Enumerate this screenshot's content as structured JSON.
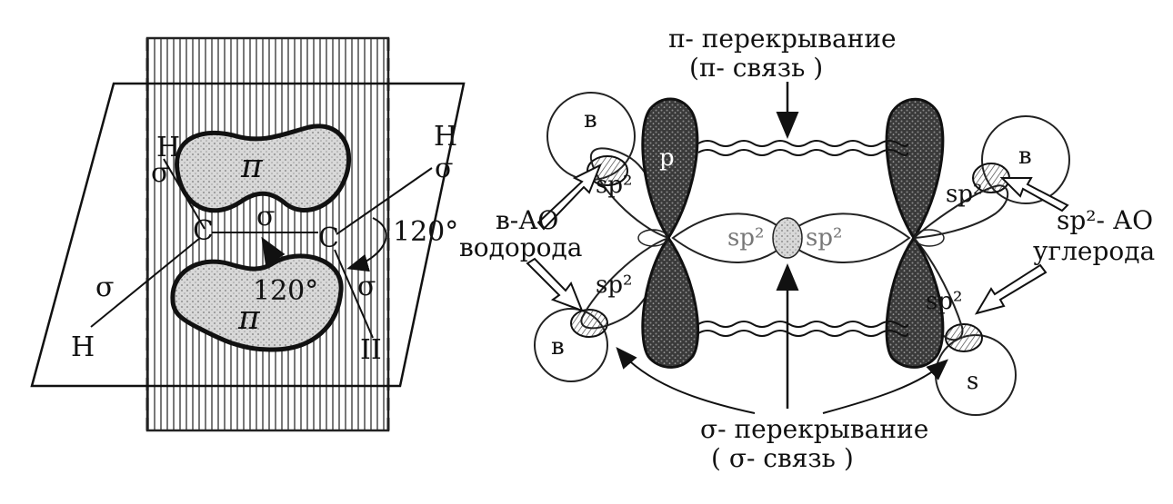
{
  "left_diagram": {
    "atoms": {
      "h_top_left": "H",
      "h_top_right": "H",
      "h_bottom_left": "H",
      "h_bottom_right": "II",
      "c_left": "C",
      "c_right": "C"
    },
    "bond_symbols": {
      "sigma_top_left": "σ",
      "sigma_top_right": "σ",
      "sigma_center": "σ",
      "sigma_bottom_left": "σ",
      "sigma_bottom_right": "σ"
    },
    "pi_labels": {
      "top": "π",
      "bottom": "π"
    },
    "angles": {
      "outer": "120°",
      "inner": "120°"
    }
  },
  "right_diagram": {
    "pi_overlap_title": "π- перекрывание",
    "pi_bond_subtitle": "(π- связь )",
    "sigma_overlap_title": "σ- перекрывание",
    "sigma_bond_subtitle": "( σ- связь )",
    "h_ao_label_line1": "в-АО",
    "h_ao_label_line2": "водорода",
    "c_ao_label_line1": "sp²- АО",
    "c_ao_label_line2": "углерода",
    "s_labels": {
      "top_left": "в",
      "top_right": "в",
      "bottom_left": "в",
      "bottom_right": "s"
    },
    "orbital_labels": {
      "sp2_top_left": "sp²",
      "p": "p",
      "sp2_top_right": "sp²",
      "sp2_bottom_left": "sp²",
      "sp2_center_left": "sp²",
      "sp2_center_right": "sp²",
      "sp2_bottom_right": "sp²"
    }
  },
  "colors": {
    "ink": "#111111",
    "hatch": "#6b6b6b",
    "lobe_fill": "#2a2a2a"
  }
}
